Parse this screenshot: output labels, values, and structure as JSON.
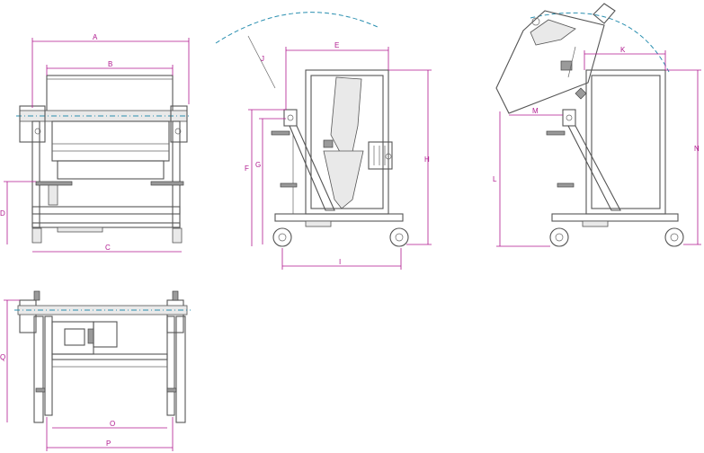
{
  "colors": {
    "dimension": "#b0198f",
    "centerline": "#2a8fb0",
    "outline": "#555555"
  },
  "views": {
    "front": {
      "dims": {
        "A": "A",
        "B": "B",
        "C": "C",
        "D": "D"
      }
    },
    "side": {
      "dims": {
        "E": "E",
        "F": "F",
        "G": "G",
        "H": "H",
        "I": "I",
        "J": "J"
      }
    },
    "tilted": {
      "dims": {
        "K": "K",
        "L": "L",
        "M": "M",
        "N": "N"
      }
    },
    "top": {
      "dims": {
        "O": "O",
        "P": "P",
        "Q": "Q"
      }
    }
  }
}
